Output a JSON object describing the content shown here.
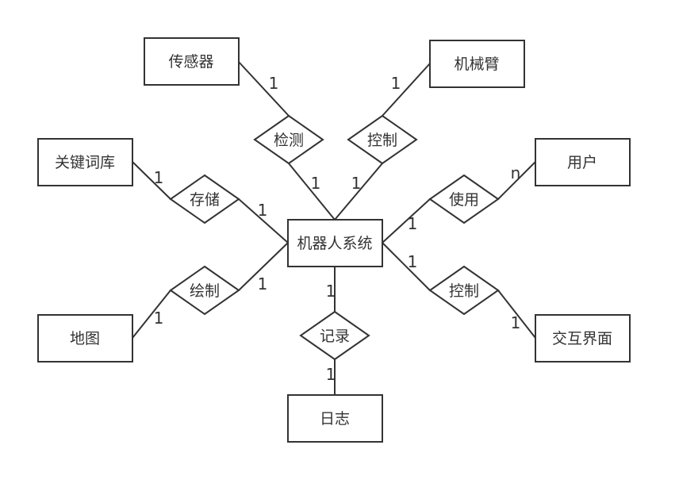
{
  "entities": {
    "robot_system": "机器人系统",
    "sensor": "传感器",
    "robot_arm": "机械臂",
    "keyword_db": "关键词库",
    "user": "用户",
    "map": "地图",
    "ui": "交互界面",
    "log": "日志"
  },
  "relationships": {
    "detect": "检测",
    "control_arm": "控制",
    "store": "存储",
    "use": "使用",
    "draw": "绘制",
    "control_ui": "控制",
    "record": "记录"
  },
  "cardinalities": {
    "sensor_detect": "1",
    "detect_system": "1",
    "arm_control": "1",
    "control_system": "1",
    "keyword_store": "1",
    "store_system": "1",
    "user_use": "n",
    "use_system": "1",
    "map_draw": "1",
    "draw_system": "1",
    "system_record": "1",
    "record_log": "1",
    "system_control_ui": "1",
    "control_ui_ui": "1"
  },
  "colors": {
    "stroke": "#333333",
    "text": "#333333",
    "background": "#ffffff"
  }
}
